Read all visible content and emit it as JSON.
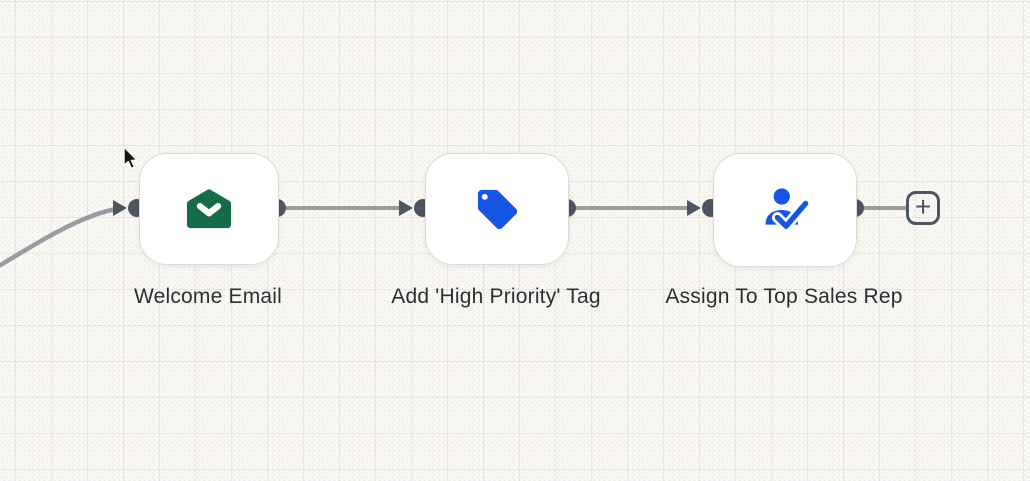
{
  "workflow_canvas": {
    "nodes": [
      {
        "label": "Welcome Email",
        "icon": "email-envelope-icon"
      },
      {
        "label": "Add 'High Priority' Tag",
        "icon": "tag-icon"
      },
      {
        "label": "Assign To Top Sales Rep",
        "icon": "user-check-icon"
      }
    ],
    "add_step_button": {
      "glyph": "+"
    }
  },
  "colors": {
    "canvas_background": "#faf9f4",
    "node_background": "#ffffff",
    "node_border": "#dcdbd7",
    "connector_line": "#9b9ba1",
    "port_and_arrow": "#4e5562",
    "email_green": "#156c49",
    "action_blue": "#1656e4",
    "label_text": "#2e2e33"
  }
}
